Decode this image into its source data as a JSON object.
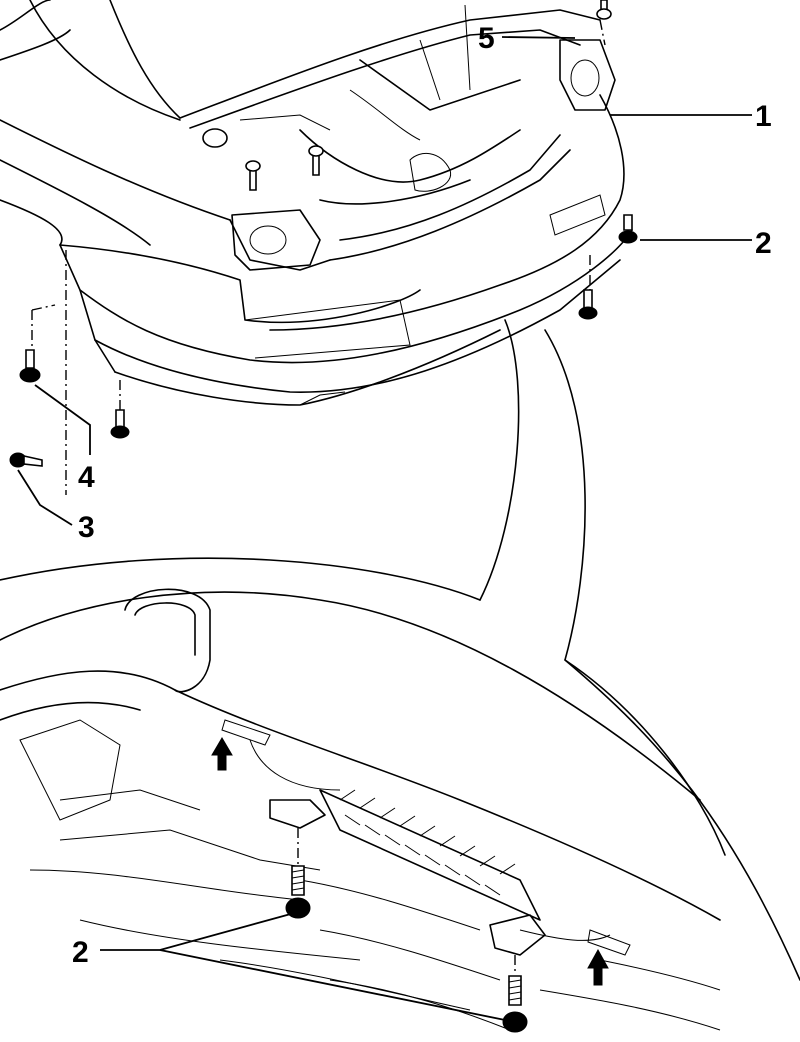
{
  "diagram": {
    "callouts": {
      "c1": "1",
      "c2_top": "2",
      "c3": "3",
      "c4": "4",
      "c5": "5",
      "c2_bottom": "2"
    }
  }
}
